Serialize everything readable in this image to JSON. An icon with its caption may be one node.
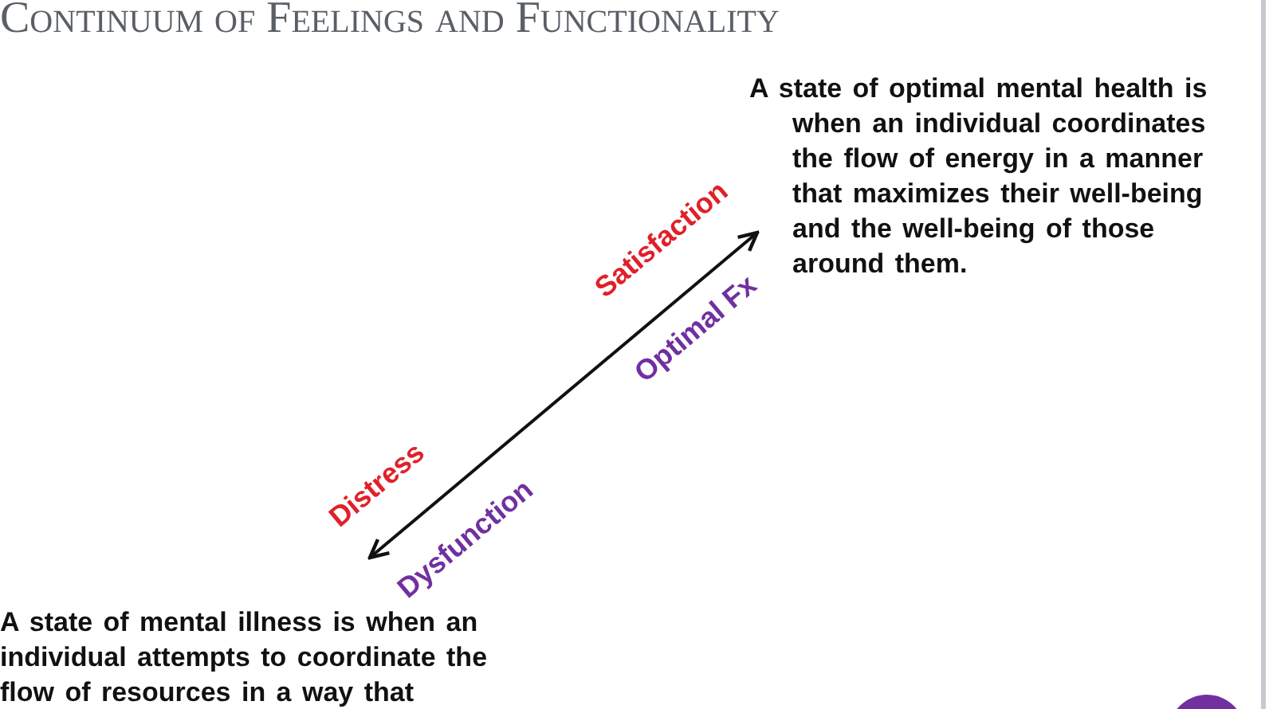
{
  "diagram": {
    "title": "Continuum of Feelings and Functionality",
    "labels": [
      "A state of optimal mental health is when an individual coordinates the flow of energy in a manner that maximizes their well-being and the well-being of those around them.",
      "Satisfaction",
      "Optimal Fx",
      "Distress",
      "Dysfunction",
      "A state of mental illness is when an individual attempts to coordinate the flow of resources in a way that"
    ]
  }
}
